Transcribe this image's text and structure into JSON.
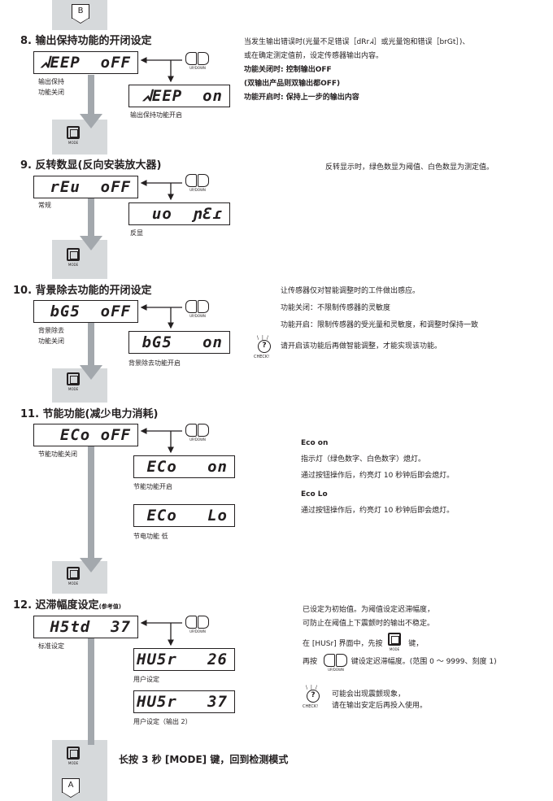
{
  "connectors": {
    "top": "B",
    "bottom": "A"
  },
  "buttons": {
    "updown_caption": "UP/DOWN",
    "mode_caption": "MODE",
    "check_caption": "CHECK!"
  },
  "s8": {
    "title": "8. 输出保持功能的开闭设定",
    "lcd_off": "ᖽEEP  oFF",
    "lcd_on": "ᖽEEP  on",
    "label_off_1": "输出保持",
    "label_off_2": "功能关闭",
    "label_on": "输出保持功能开启",
    "desc": [
      "当发生输出错误时(光量不足错误［dRrᖽ］或光量饱和错误［brGt］)、",
      "或在确定测定值前，设定传感器输出内容。",
      "功能关闭时: 控制输出OFF",
      "(双输出产品则双输出都OFF)",
      "功能开启时: 保持上一步的输出内容"
    ]
  },
  "s9": {
    "title": "9. 反转数显(反向安装放大器)",
    "lcd_off": "rEu  oFF",
    "lcd_on": "uo  ɲƐɾ",
    "label_off": "常规",
    "label_on": "反显",
    "desc": "反转显示时，绿色数显为阈值、白色数显为测定值。"
  },
  "s10": {
    "title": "10. 背景除去功能的开闭设定",
    "lcd_off": "bG5  oFF",
    "lcd_on": "bG5   on",
    "label_off_1": "背景除去",
    "label_off_2": "功能关闭",
    "label_on": "背景除去功能开启",
    "desc": [
      "让传感器仅对智能调整时的工件做出感应。",
      "功能关闭：不限制传感器的灵敏度",
      "功能开启：限制传感器的受光量和灵敏度，和调整时保持一致"
    ],
    "check_note": "请开启该功能后再做智能调整，才能实现该功能。"
  },
  "s11": {
    "title": "11. 节能功能(减少电力消耗)",
    "lcd_off": "ECo oFF",
    "lcd_on": "ECo   on",
    "lcd_lo": "ECo   Lo",
    "label_off": "节能功能关闭",
    "label_on": "节能功能开启",
    "label_lo": "节电功能 低",
    "eco_on_title": "Eco on",
    "eco_on_desc": [
      "指示灯（绿色数字、白色数字）熄灯。",
      "通过按钮操作后，约亮灯 10 秒钟后即会熄灯。"
    ],
    "eco_lo_title": "Eco Lo",
    "eco_lo_desc": "通过按钮操作后，约亮灯 10 秒钟后即会熄灯。"
  },
  "s12": {
    "title": "12. 迟滞幅度设定",
    "title_note": "(参考值)",
    "lcd_std": "H5td  37",
    "lcd_user": "HU5r   26",
    "lcd_user2": "HU5r   37",
    "label_std": "标准设定",
    "label_user": "用户设定",
    "label_user2": "用户设定（输出 2）",
    "desc_1": "已设定为初始值。为阈值设定迟滞幅度，",
    "desc_2": "可防止在阈值上下震颤时的输出不稳定。",
    "desc_3a": "在 [HUSr] 界面中，先按",
    "desc_3b": "键，",
    "desc_4a": "再按",
    "desc_4b": "键设定迟滞幅度。(范围 0 ～ 9999、刻度 1)",
    "check_1": "可能会出现震颤现象，",
    "check_2": "请在输出安定后再投入使用。"
  },
  "footer": {
    "text": "长按 3 秒 [MODE] 键，回到检测模式"
  }
}
